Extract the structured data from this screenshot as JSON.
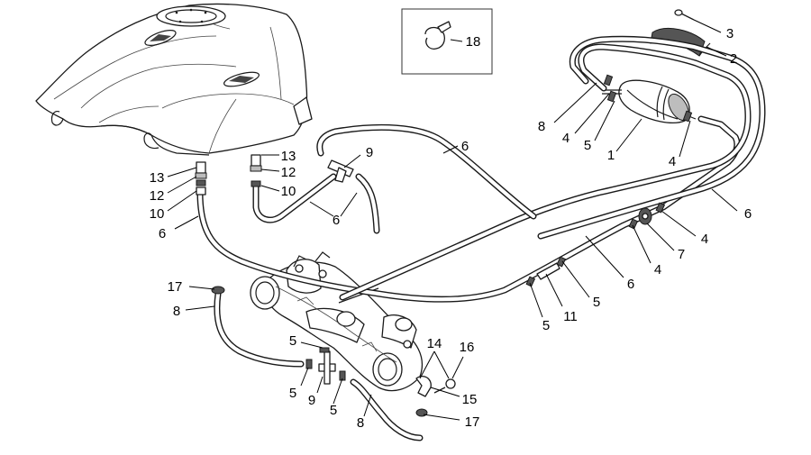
{
  "diagram": {
    "callouts": [
      {
        "id": "c18",
        "label": "18"
      },
      {
        "id": "c3",
        "label": "3"
      },
      {
        "id": "c2",
        "label": "2"
      },
      {
        "id": "c8a",
        "label": "8"
      },
      {
        "id": "c4a",
        "label": "4"
      },
      {
        "id": "c5a",
        "label": "5"
      },
      {
        "id": "c1",
        "label": "1"
      },
      {
        "id": "c4b",
        "label": "4"
      },
      {
        "id": "c6a",
        "label": "6"
      },
      {
        "id": "c9a",
        "label": "9"
      },
      {
        "id": "c13a",
        "label": "13"
      },
      {
        "id": "c12a",
        "label": "12"
      },
      {
        "id": "c10a",
        "label": "10"
      },
      {
        "id": "c13b",
        "label": "13"
      },
      {
        "id": "c12b",
        "label": "12"
      },
      {
        "id": "c10b",
        "label": "10"
      },
      {
        "id": "c6b",
        "label": "6"
      },
      {
        "id": "c6c",
        "label": "6"
      },
      {
        "id": "c6d",
        "label": "6"
      },
      {
        "id": "c4c",
        "label": "4"
      },
      {
        "id": "c7",
        "label": "7"
      },
      {
        "id": "c4d",
        "label": "4"
      },
      {
        "id": "c6e",
        "label": "6"
      },
      {
        "id": "c5b",
        "label": "5"
      },
      {
        "id": "c11",
        "label": "11"
      },
      {
        "id": "c5c",
        "label": "5"
      },
      {
        "id": "c17a",
        "label": "17"
      },
      {
        "id": "c8b",
        "label": "8"
      },
      {
        "id": "c5d",
        "label": "5"
      },
      {
        "id": "c5e",
        "label": "5"
      },
      {
        "id": "c9b",
        "label": "9"
      },
      {
        "id": "c5f",
        "label": "5"
      },
      {
        "id": "c8c",
        "label": "8"
      },
      {
        "id": "c14",
        "label": "14"
      },
      {
        "id": "c16",
        "label": "16"
      },
      {
        "id": "c15",
        "label": "15"
      },
      {
        "id": "c17b",
        "label": "17"
      }
    ]
  }
}
